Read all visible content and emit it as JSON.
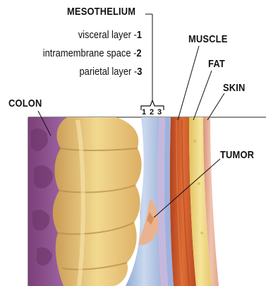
{
  "labels": {
    "mesothelium": "MESOTHELIUM",
    "visceral": "visceral layer -",
    "visceral_num": "1",
    "intramembrane": "intramembrane space -",
    "intramembrane_num": "2",
    "parietal": "parietal layer -",
    "parietal_num": "3",
    "muscle": "MUSCLE",
    "fat": "FAT",
    "skin": "SKIN",
    "colon": "COLON",
    "tumor": "TUMOR",
    "bracket_numbers": [
      "1",
      "2",
      "3"
    ]
  },
  "colors": {
    "colon_purple": "#8a4e86",
    "colon_tan": "#e9c77c",
    "mesothelium_blue": "#a9bedd",
    "membrane_lavender": "#c6b8dd",
    "muscle": "#c8562a",
    "fat": "#ead27a",
    "skin": "#e6ad95",
    "tumor": "#e9b38f"
  }
}
